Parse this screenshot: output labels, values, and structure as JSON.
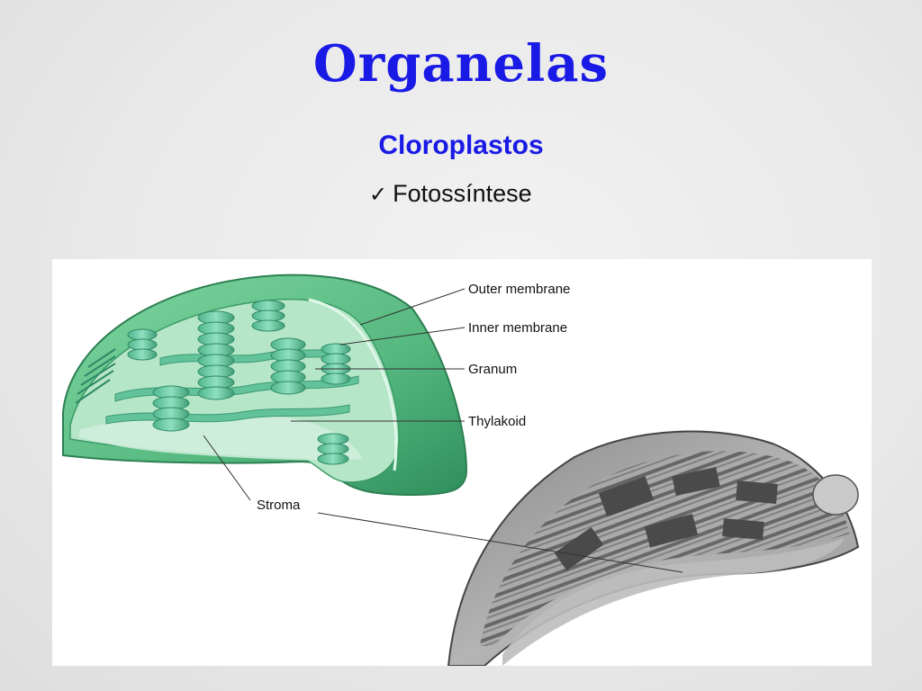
{
  "slide": {
    "title": "Organelas",
    "subtitle": "Cloroplastos",
    "bullet": {
      "icon": "check-icon",
      "text": "Fotossíntese"
    }
  },
  "diagram": {
    "labels": {
      "outer_membrane": "Outer membrane",
      "inner_membrane": "Inner membrane",
      "granum": "Granum",
      "thylakoid": "Thylakoid",
      "stroma": "Stroma"
    }
  },
  "colors": {
    "title": "#1a1ae6",
    "chloroplast_green": "#5fbf86",
    "chloroplast_dark": "#2f8f5c",
    "thylakoid": "#6fcaa6"
  }
}
